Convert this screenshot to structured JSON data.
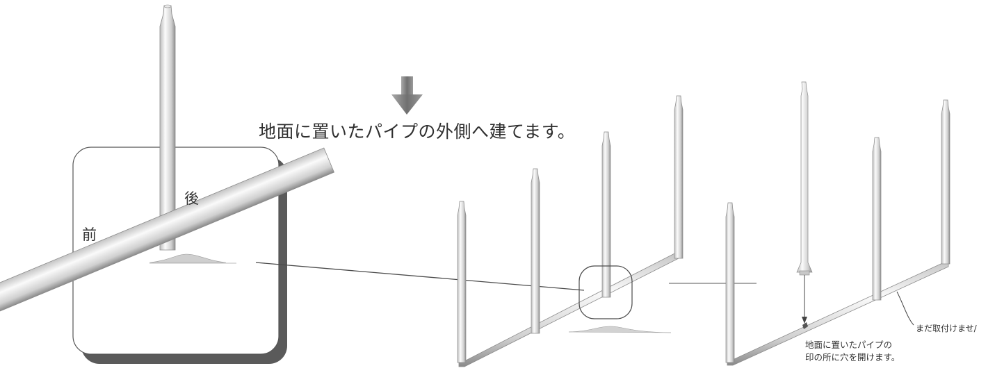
{
  "caption": "地面に置いたパイプの外側へ建てます。",
  "labels": {
    "front": "前",
    "back": "後"
  },
  "notes": {
    "not_yet_attached": "まだ取付けませ/",
    "hole_line1": "地面に置いたパイプの",
    "hole_line2": "印の所に穴を開けます。"
  },
  "colors": {
    "pipe_light": "#f4f4f4",
    "pipe_dark": "#9c9c9c",
    "arrow": "#8f8f8f",
    "shadow": "#5a5a5a",
    "line": "#4a4a4a"
  }
}
